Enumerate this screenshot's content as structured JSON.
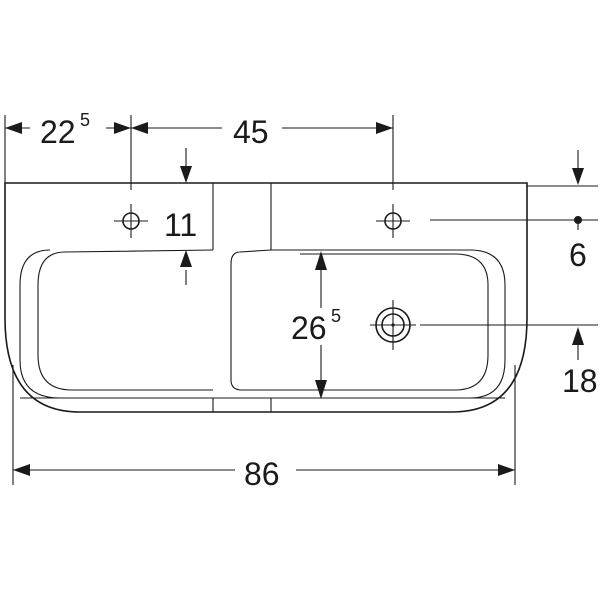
{
  "dimensions": {
    "left_offset": {
      "main": "22",
      "sup": "5"
    },
    "tap_spacing": "45",
    "depth_to_tap_holes": "11",
    "hole_offset_right": "6",
    "bowl_depth": {
      "main": "26",
      "sup": "5"
    },
    "waste_height": "18",
    "overall_width": "86"
  }
}
